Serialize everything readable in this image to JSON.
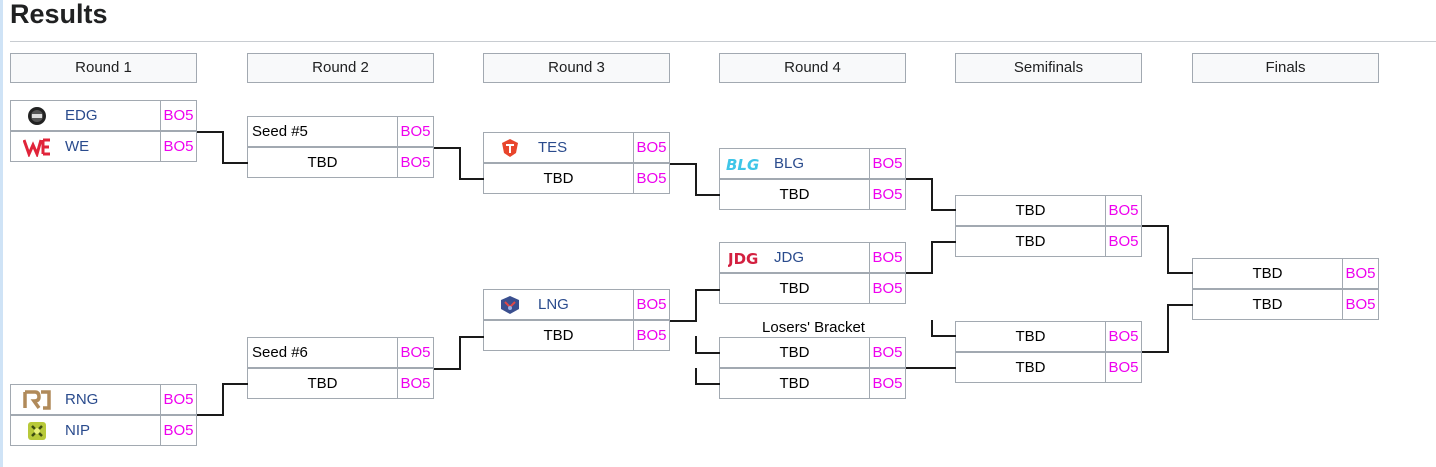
{
  "title": "Results",
  "rounds": [
    "Round 1",
    "Round 2",
    "Round 3",
    "Round 4",
    "Semifinals",
    "Finals"
  ],
  "losers_label": "Losers' Bracket",
  "matches": {
    "r1a": [
      {
        "team": "EDG",
        "score": "BO5",
        "logo": "edg-logo"
      },
      {
        "team": "WE",
        "score": "BO5",
        "logo": "we-logo"
      }
    ],
    "r1b": [
      {
        "team": "RNG",
        "score": "BO5",
        "logo": "rng-logo"
      },
      {
        "team": "NIP",
        "score": "BO5",
        "logo": "nip-logo"
      }
    ],
    "r2a": [
      {
        "team": "Seed #5",
        "score": "BO5"
      },
      {
        "team": "TBD",
        "score": "BO5"
      }
    ],
    "r2b": [
      {
        "team": "Seed #6",
        "score": "BO5"
      },
      {
        "team": "TBD",
        "score": "BO5"
      }
    ],
    "r3a": [
      {
        "team": "TES",
        "score": "BO5",
        "logo": "tes-logo"
      },
      {
        "team": "TBD",
        "score": "BO5"
      }
    ],
    "r3b": [
      {
        "team": "LNG",
        "score": "BO5",
        "logo": "lng-logo"
      },
      {
        "team": "TBD",
        "score": "BO5"
      }
    ],
    "r4a": [
      {
        "team": "BLG",
        "score": "BO5",
        "logo": "blg-logo"
      },
      {
        "team": "TBD",
        "score": "BO5"
      }
    ],
    "r4b": [
      {
        "team": "JDG",
        "score": "BO5",
        "logo": "jdg-logo"
      },
      {
        "team": "TBD",
        "score": "BO5"
      }
    ],
    "r4c": [
      {
        "team": "TBD",
        "score": "BO5"
      },
      {
        "team": "TBD",
        "score": "BO5"
      }
    ],
    "sfa": [
      {
        "team": "TBD",
        "score": "BO5"
      },
      {
        "team": "TBD",
        "score": "BO5"
      }
    ],
    "sfb": [
      {
        "team": "TBD",
        "score": "BO5"
      },
      {
        "team": "TBD",
        "score": "BO5"
      }
    ],
    "fin": [
      {
        "team": "TBD",
        "score": "BO5"
      },
      {
        "team": "TBD",
        "score": "BO5"
      }
    ]
  },
  "colors": {
    "score": "#ee00ee",
    "team_link": "#2a4b8d",
    "header_bg": "#f8f9fa",
    "border": "#a2a9b1"
  }
}
